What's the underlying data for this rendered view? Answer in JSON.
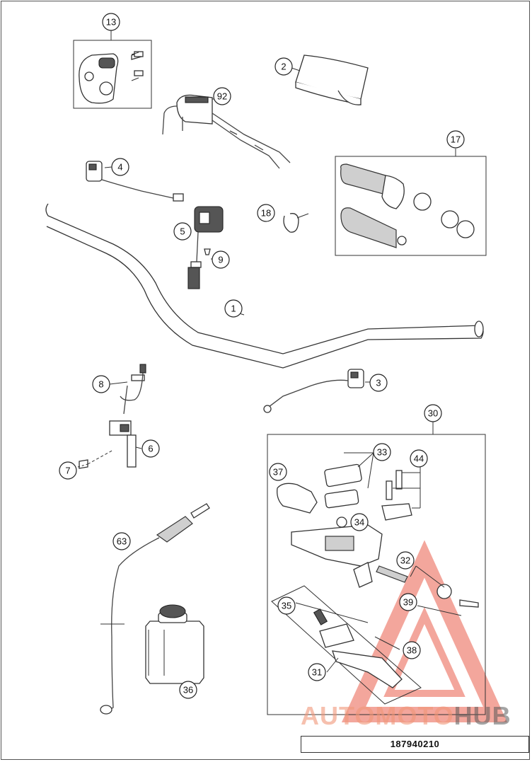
{
  "callouts": {
    "c1": "1",
    "c2": "2",
    "c3": "3",
    "c4": "4",
    "c5": "5",
    "c6": "6",
    "c7": "7",
    "c8": "8",
    "c9": "9",
    "c13": "13",
    "c17": "17",
    "c18": "18",
    "c30": "30",
    "c31": "31",
    "c32": "32",
    "c33": "33",
    "c34": "34",
    "c35": "35",
    "c36": "36",
    "c37": "37",
    "c38": "38",
    "c39": "39",
    "c44": "44",
    "c63": "63",
    "c92": "92"
  },
  "drawing_number": "187940210",
  "watermark": {
    "part1": "AUTOMOTO",
    "part2": "HUB"
  },
  "colors": {
    "watermark_red": "#e8503c",
    "watermark_grey": "#5a5a5a",
    "line": "#333333"
  }
}
